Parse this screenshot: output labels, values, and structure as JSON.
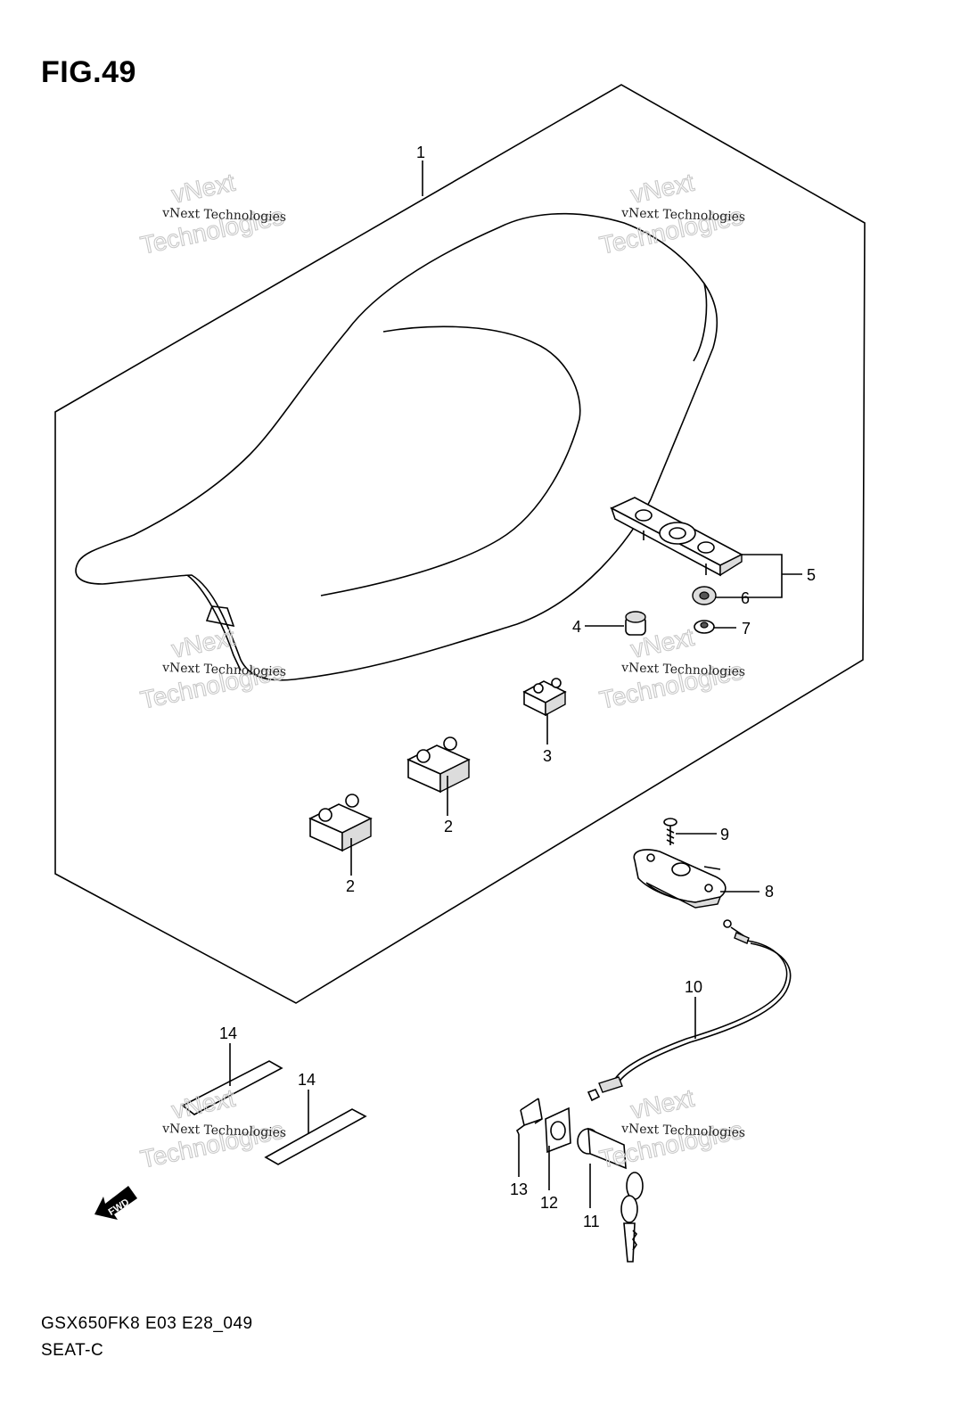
{
  "figure": {
    "title": "FIG.49"
  },
  "footer": {
    "code": "GSX650FK8 E03 E28_049",
    "name": "SEAT-C"
  },
  "direction_marker": {
    "label": "FWD"
  },
  "watermark": {
    "line1": "vNext Technologies",
    "line2": "vNext",
    "line3": "Technologies"
  },
  "callouts": [
    {
      "id": "c1",
      "label": "1"
    },
    {
      "id": "c2a",
      "label": "2"
    },
    {
      "id": "c2b",
      "label": "2"
    },
    {
      "id": "c3",
      "label": "3"
    },
    {
      "id": "c4",
      "label": "4"
    },
    {
      "id": "c5",
      "label": "5"
    },
    {
      "id": "c6",
      "label": "6"
    },
    {
      "id": "c7",
      "label": "7"
    },
    {
      "id": "c8",
      "label": "8"
    },
    {
      "id": "c9",
      "label": "9"
    },
    {
      "id": "c10",
      "label": "10"
    },
    {
      "id": "c11",
      "label": "11"
    },
    {
      "id": "c12",
      "label": "12"
    },
    {
      "id": "c13",
      "label": "13"
    },
    {
      "id": "c14a",
      "label": "14"
    },
    {
      "id": "c14b",
      "label": "14"
    }
  ]
}
